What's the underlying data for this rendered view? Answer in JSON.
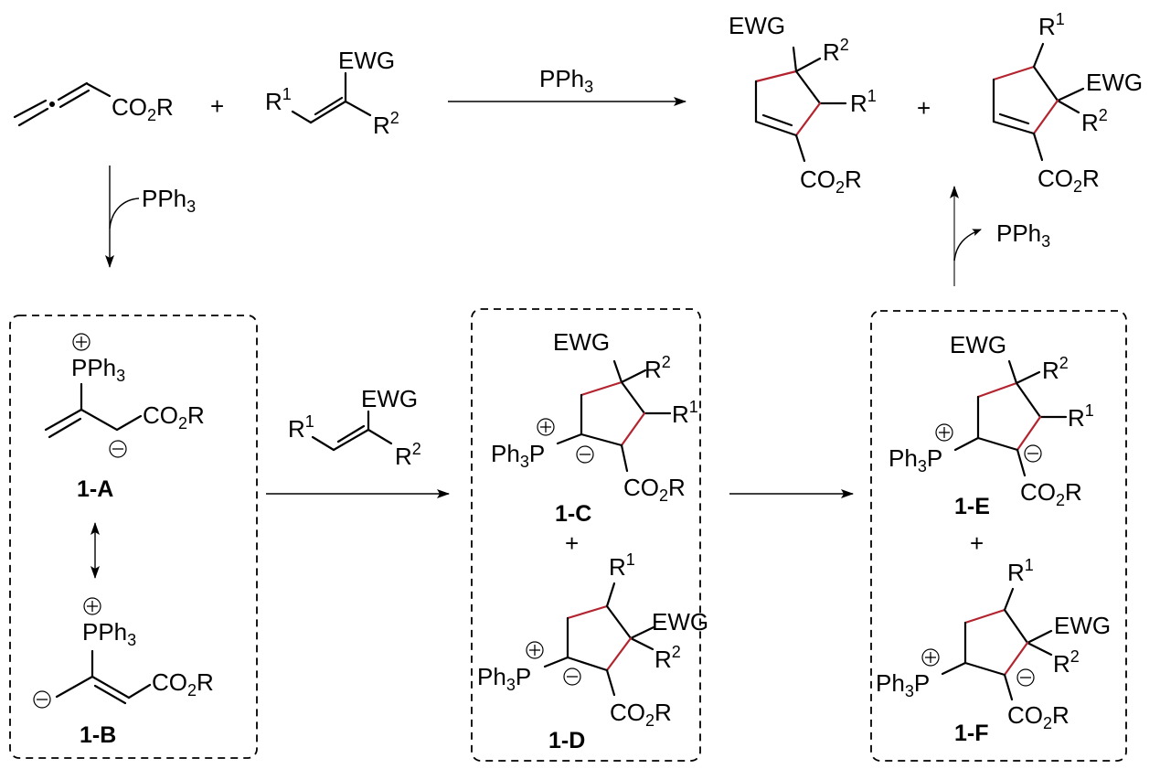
{
  "scheme": {
    "title": "PPh3-catalyzed [3+2] annulation of allenoate with electron-deficient alkene",
    "groups": {
      "ester": "CO",
      "ester_sub": "2",
      "ester_tail": "R",
      "ewg": "EWG",
      "r": "R",
      "r1_sup": "1",
      "r2_sup": "2",
      "catalyst": "PPh",
      "catalyst_sub": "3",
      "ph3p_head": "Ph",
      "ph3p_sub": "3",
      "ph3p_tail": "P",
      "plus_sign": "+"
    },
    "reaction": {
      "reagent_label": "PPh3",
      "products": [
        "cyclopentene regioisomer (EWG/R2 at C4, R1 at C5)",
        "cyclopentene regioisomer (R1 at C4, EWG/R2 at C5)"
      ]
    },
    "steps": [
      {
        "from": "allenoate",
        "to": "1-A",
        "reagent": "PPh3",
        "type": "add"
      },
      {
        "from": "1-A/1-B",
        "to": "1-C/1-D",
        "reagent": "alkene",
        "type": "arrow"
      },
      {
        "from": "1-C/1-D",
        "to": "1-E/1-F",
        "type": "arrow"
      },
      {
        "from": "1-E/1-F",
        "to": "products",
        "byproduct": "PPh3",
        "type": "release"
      }
    ],
    "intermediates": {
      "a": "1-A",
      "b": "1-B",
      "c": "1-C",
      "d": "1-D",
      "e": "1-E",
      "f": "1-F"
    },
    "colors": {
      "new_bond": "#b3242f",
      "ink": "#000000"
    }
  }
}
